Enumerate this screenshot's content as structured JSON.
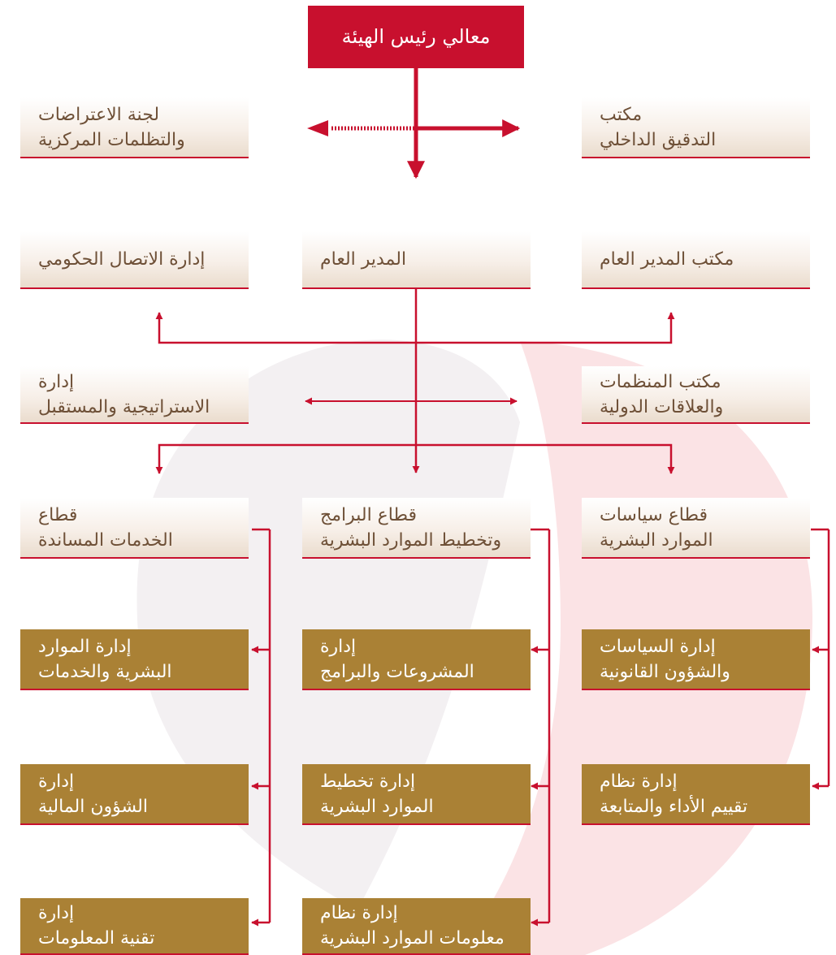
{
  "colors": {
    "line": "#c8102e",
    "gold": "#aa8135",
    "light_text": "#6e5037",
    "top": "#c8102e"
  },
  "top": {
    "label": "معالي رئيس الهيئة"
  },
  "row1": {
    "objections": [
      "لجنة الاعتراضات",
      "والتظلمات المركزية"
    ],
    "audit": [
      "مكتب",
      "التدقيق الداخلي"
    ]
  },
  "row2": {
    "communication": "إدارة الاتصال الحكومي",
    "director": "المدير العام",
    "director_office": "مكتب المدير العام"
  },
  "row3": {
    "strategy": [
      "إدارة",
      "الاستراتيجية والمستقبل"
    ],
    "organizations": [
      "مكتب المنظمات",
      "والعلاقات الدولية"
    ]
  },
  "sectors": {
    "support": [
      "قطاع",
      "الخدمات المساندة"
    ],
    "programs": [
      "قطاع البرامج",
      "وتخطيط  الموارد البشرية"
    ],
    "policies": [
      "قطاع سياسات",
      "الموارد البشرية"
    ]
  },
  "departments": {
    "hr_services": [
      "إدارة الموارد",
      "البشرية والخدمات"
    ],
    "projects": [
      "إدارة",
      "المشروعات والبرامج"
    ],
    "legal": [
      "إدارة السياسات",
      "والشؤون القانونية"
    ],
    "finance": [
      "إدارة",
      "الشؤون المالية"
    ],
    "hr_planning": [
      "إدارة تخطيط",
      "الموارد البشرية"
    ],
    "performance": [
      "إدارة نظام",
      "تقييم الأداء والمتابعة"
    ],
    "it": [
      "إدارة",
      "تقنية المعلومات"
    ],
    "hris": [
      "إدارة نظام",
      "معلومات الموارد البشرية"
    ]
  }
}
